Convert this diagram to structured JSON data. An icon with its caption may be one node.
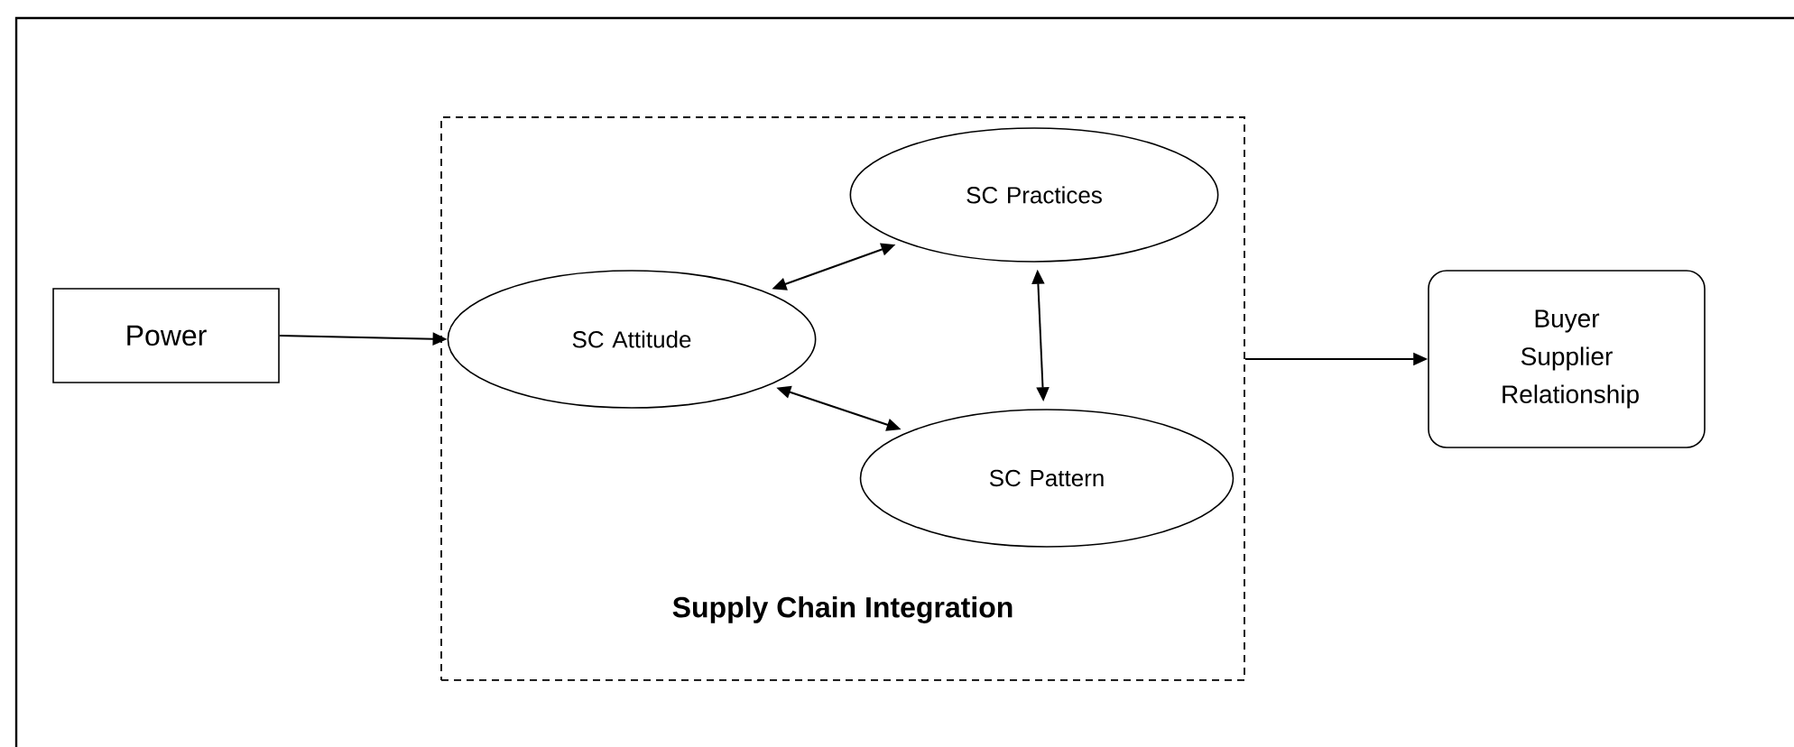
{
  "diagram": {
    "nodes": [
      {
        "text": [
          "Power"
        ]
      },
      {
        "text": [
          "Supply Chain Integration"
        ]
      },
      {
        "text": [
          "SC Attitude"
        ],
        "in": 1
      },
      {
        "text": [
          "SC Practices"
        ],
        "in": 1
      },
      {
        "text": [
          "SC Pattern"
        ],
        "in": 1
      },
      {
        "text": [
          "Buyer Supplier Relationship"
        ]
      }
    ],
    "edges": [
      {
        "from": 0,
        "to": 2,
        "arrow": "to"
      },
      {
        "from": 2,
        "to": 3,
        "arrow": "both"
      },
      {
        "from": 3,
        "to": 4,
        "arrow": "both"
      },
      {
        "from": 2,
        "to": 4,
        "arrow": "both"
      },
      {
        "from": 1,
        "to": 5,
        "arrow": "to"
      }
    ]
  }
}
